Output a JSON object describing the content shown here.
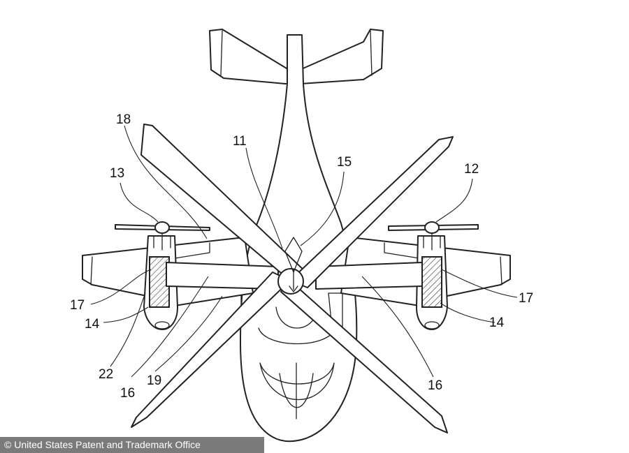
{
  "figure": {
    "reference_numerals": {
      "n11": "11",
      "n12": "12",
      "n13": "13",
      "n14_left": "14",
      "n14_right": "14",
      "n15": "15",
      "n16_left": "16",
      "n16_right": "16",
      "n17_left": "17",
      "n17_right": "17",
      "n18": "18",
      "n19": "19",
      "n22": "22"
    }
  },
  "credit": {
    "text": "© United States Patent and Trademark Office"
  }
}
